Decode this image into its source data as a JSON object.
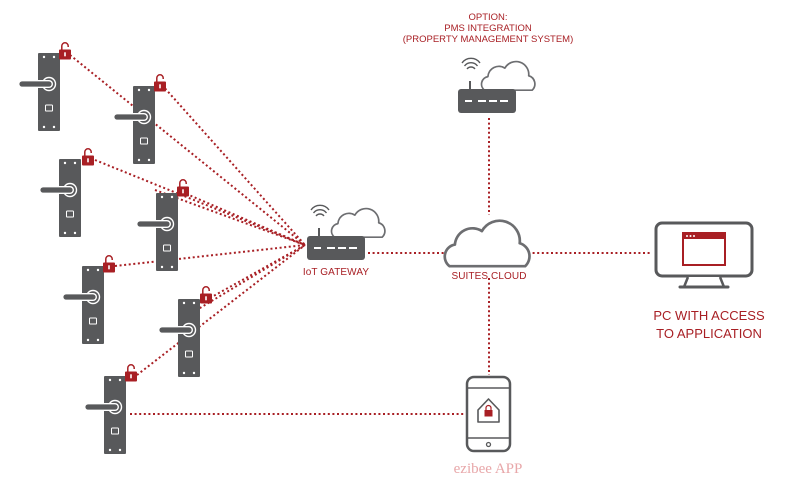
{
  "colors": {
    "accent": "#a81f24",
    "device_gray": "#58595b",
    "app_label": "#e8a7a9"
  },
  "labels": {
    "option_line1": "OPTION:",
    "option_line2": "PMS  INTEGRATION",
    "option_line3": "(PROPERTY MANAGEMENT SYSTEM)",
    "gateway": "IoT GATEWAY",
    "cloud": "SUITES CLOUD",
    "pc_line1": "PC WITH ACCESS",
    "pc_line2": "TO APPLICATION",
    "app": "ezibee APP"
  },
  "icons": {
    "lock": "padlock-icon",
    "handle": "door-handle-icon",
    "gateway": "router-icon",
    "cloud": "cloud-icon",
    "monitor": "monitor-icon",
    "phone": "smartphone-icon",
    "wifi": "wifi-icon"
  }
}
